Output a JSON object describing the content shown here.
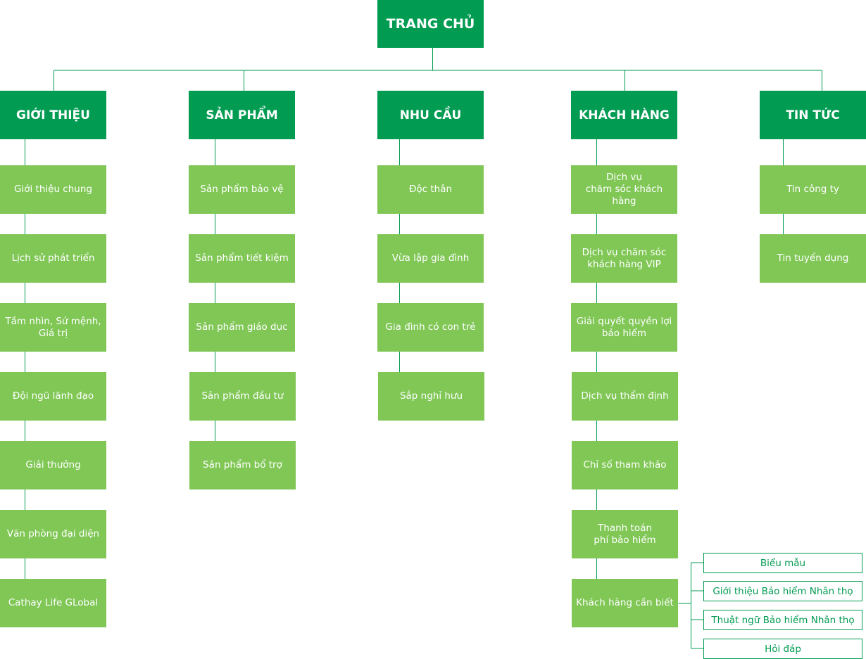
{
  "root": {
    "label": "TRANG CHỦ"
  },
  "colors": {
    "category": "#029b52",
    "item": "#80c756",
    "line": "#029b52"
  },
  "sections": [
    {
      "title": "GIỚI THIỆU",
      "items": [
        "Giới thiệu chung",
        "Lịch sử phát triển",
        "Tầm nhìn, Sứ mệnh,\nGiá trị",
        "Đội ngũ lãnh đạo",
        "Giải thưởng",
        "Văn phòng đại diện",
        "Cathay Life GLobal"
      ]
    },
    {
      "title": "SẢN PHẨM",
      "items": [
        "Sản phẩm bảo vệ",
        "Sản phẩm tiết kiệm",
        "Sản phẩm giáo dục",
        "Sản phẩm đầu tư",
        "Sản phẩm bổ trợ"
      ]
    },
    {
      "title": "NHU CẦU",
      "items": [
        "Độc thân",
        "Vừa lập gia đình",
        "Gia đình có con trẻ",
        "Sắp nghỉ hưu"
      ]
    },
    {
      "title": "KHÁCH HÀNG",
      "items": [
        "Dịch vụ\nchăm sóc khách hàng",
        "Dịch vụ chăm sóc\nkhách hàng VIP",
        "Giải quyết quyền lợi\nbảo hiểm",
        "Dịch vụ thẩm định",
        "Chỉ số tham khảo",
        "Thanh toán\nphí bảo hiểm",
        "Khách hàng cần biết"
      ]
    },
    {
      "title": "TIN TỨC",
      "items": [
        "Tin công ty",
        "Tin tuyển dụng"
      ]
    }
  ],
  "customer_notes": [
    "Biểu mẫu",
    "Giới thiệu Bảo hiểm Nhân thọ",
    "Thuật ngữ Bảo hiểm Nhân thọ",
    "Hỏi đáp"
  ]
}
